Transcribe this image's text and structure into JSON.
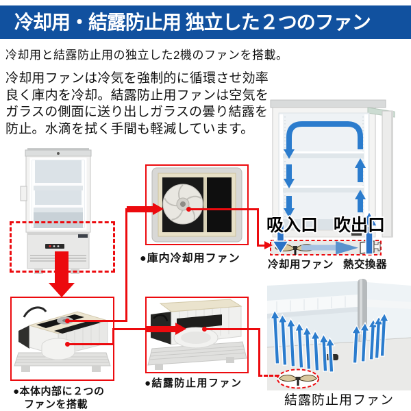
{
  "header": {
    "title": "冷却用・結露防止用 独立した２つのファン"
  },
  "intro": "冷却用と結露防止用の独立した2機のファンを搭載。",
  "body_text": "冷却用ファンは冷気を強制的に循環させ効率\n良く庫内を冷却。結露防止用ファンは空気を\nガラスの側面に送り出しガラスの曇り結露を\n防止。水滴を拭く手間も軽減しています。",
  "airflow_diagram": {
    "intake_label": "吸入口",
    "outlet_label": "吹出口",
    "cooling_fan_label": "冷却用ファン",
    "heat_exchanger_label": "熱交換器"
  },
  "captions": {
    "interior_cooling_fan": "●庫内冷却用ファン",
    "two_fans_line1": "●本体内部に２つの",
    "two_fans_line2": "ファンを搭載",
    "anti_condensation_fan": "●結露防止用ファン",
    "corner_airflow": "結露防止用ファン"
  },
  "colors": {
    "header_bg": "#11519f",
    "accent_red": "#ec0a0e",
    "airflow_blue": "#2b7ccd"
  }
}
